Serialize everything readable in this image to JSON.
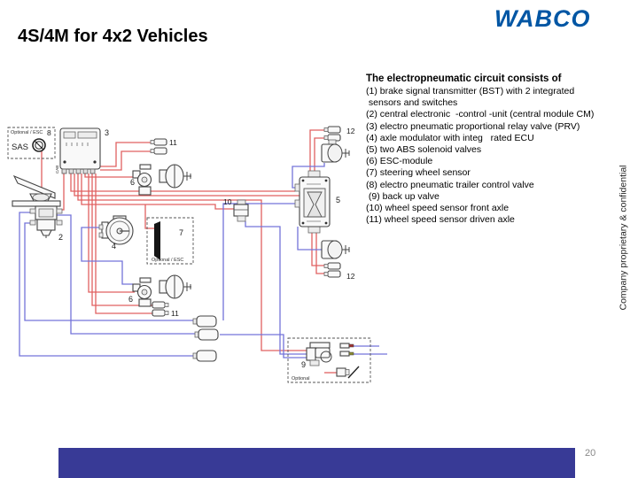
{
  "slide": {
    "title": "4S/4M for 4x2 Vehicles",
    "logo_text": "WABCO",
    "page_number": "20",
    "side_note": "Company proprietary & confidential",
    "colors": {
      "logo_blue": "#0056a4",
      "bottom_bar": "#383a96",
      "wire_red": "#e06060",
      "wire_blue": "#7373d9",
      "page_number_gray": "#888888"
    }
  },
  "info": {
    "heading": "The electropneumatic circuit consists of",
    "lines": [
      "(1) brake signal transmitter (BST) with 2 integrated",
      " sensors and switches",
      "(2) central electronic  -control -unit (central module CM)",
      "(3) electro pneumatic proportional relay valve (PRV)",
      "(4) axle modulator with integ   rated ECU",
      "(5) two ABS solenoid valves",
      "(6) ESC-module",
      "(7) steering wheel sensor",
      "(8) electro pneumatic trailer control valve",
      " (9) back up valve",
      "(10) wheel speed sensor front axle",
      "(11) wheel speed sensor driven axle"
    ]
  },
  "diagram": {
    "labels": {
      "c2": "2",
      "c3": "3",
      "c4": "4",
      "c5": "5",
      "c6a": "6",
      "c6b": "6",
      "c7": "7",
      "c8": "8",
      "c9": "9",
      "c10": "10",
      "c11a": "11",
      "c11b": "11",
      "c12a": "12",
      "c12b": "12",
      "sas": "SAS",
      "cab": "CAB",
      "optional_esc_a": "Optional / ESC",
      "optional_esc_b": "Optional / ESC",
      "optional": "Optional"
    }
  }
}
